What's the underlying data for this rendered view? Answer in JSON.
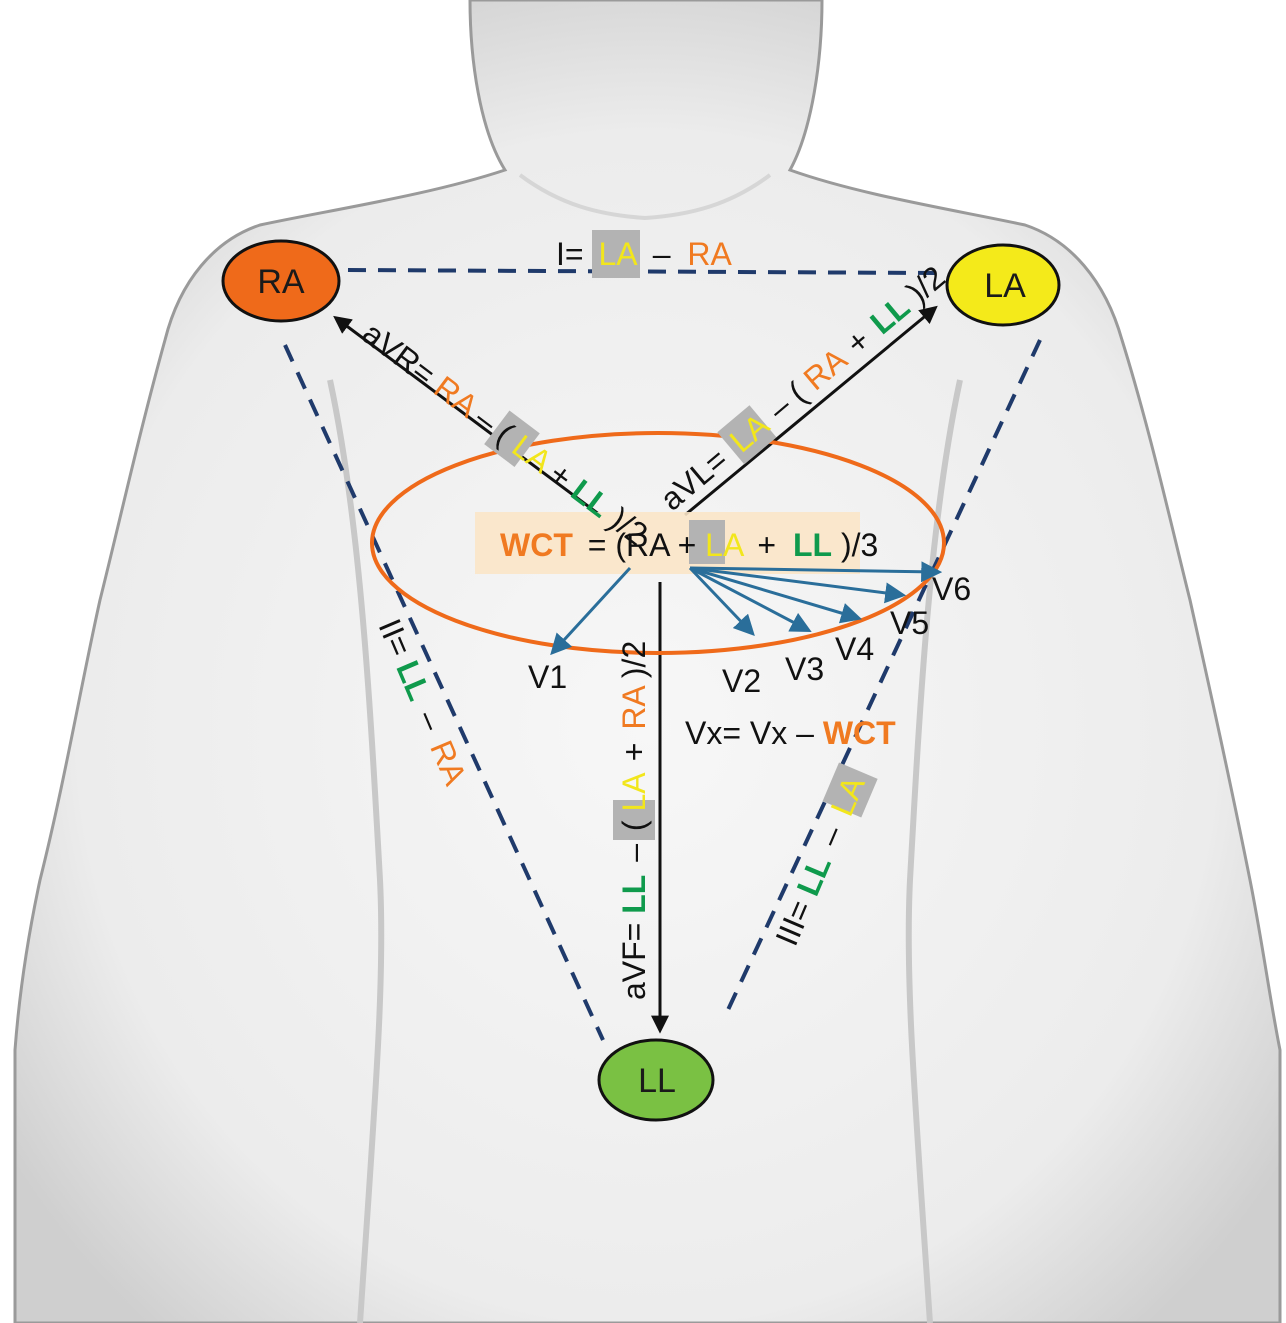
{
  "colors": {
    "ra": "#ef6a1a",
    "la": "#f4ea1a",
    "ll": "#7ac143",
    "green_text": "#0f9a4c",
    "orange_text": "#f07a21",
    "yellow_text": "#f2e61c",
    "dash_line": "#1f3a6b",
    "chest_arrow": "#2a6e9a",
    "highlight_box": "#b3b3b3"
  },
  "electrodes": {
    "ra": "RA",
    "la": "LA",
    "ll": "LL"
  },
  "terms": {
    "ra": "RA",
    "la": "LA",
    "ll": "LL",
    "wct": "WCT",
    "op_minus": "–",
    "op_plus": "+",
    "paren_open": "(",
    "close_half": ")/2",
    "close_half_dot": ")/2."
  },
  "leads": {
    "I": {
      "name": "I="
    },
    "II": {
      "name": "II="
    },
    "III": {
      "name": "III="
    },
    "aVR": {
      "name": "aVR="
    },
    "aVL": {
      "name": "aVL="
    },
    "aVF": {
      "name": "aVF="
    }
  },
  "wct_formula": {
    "prefix": "= (RA + ",
    "suffix": ")/3"
  },
  "vx_formula": {
    "prefix": "Vx= Vx – "
  },
  "precordial": [
    "V1",
    "V2",
    "V3",
    "V4",
    "V5",
    "V6"
  ]
}
